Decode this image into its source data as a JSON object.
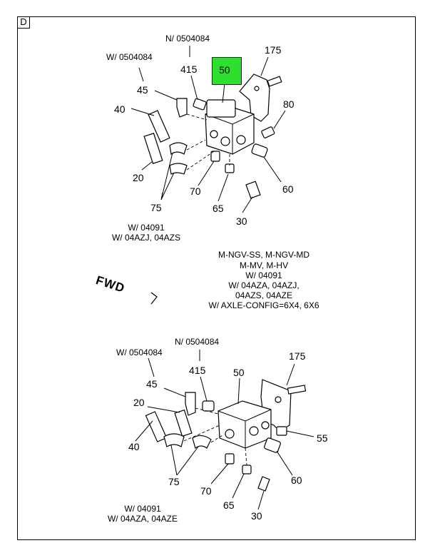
{
  "corner_label": "D",
  "highlight": {
    "label": "50",
    "color": "#2ee02e"
  },
  "top_view": {
    "callouts": {
      "n_0504084": "N/ 0504084",
      "w_0504084": "W/ 0504084",
      "p415": "415",
      "p45": "45",
      "p175": "175",
      "p40": "40",
      "p80": "80",
      "p20": "20",
      "p70": "70",
      "p75": "75",
      "p65": "65",
      "p60": "60",
      "p30": "30"
    },
    "note_line1": "W/ 04091",
    "note_line2": "W/ 04AZJ, 04AZS"
  },
  "middle_note": {
    "line1": "M-NGV-SS, M-NGV-MD",
    "line2": "M-MV, M-HV",
    "line3": "W/ 04091",
    "line4": "W/ 04AZA, 04AZJ,",
    "line5": "04AZS, 04AZE",
    "line6": "W/ AXLE-CONFIG=6X4, 6X6"
  },
  "fwd_label": "FWD",
  "bottom_view": {
    "callouts": {
      "n_0504084": "N/ 0504084",
      "w_0504084": "W/ 0504084",
      "p175": "175",
      "p415": "415",
      "p50": "50",
      "p45": "45",
      "p20": "20",
      "p40": "40",
      "p55": "55",
      "p75": "75",
      "p60": "60",
      "p70": "70",
      "p65": "65",
      "p30": "30"
    },
    "note_line1": "W/ 04091",
    "note_line2": "W/ 04AZA, 04AZE"
  }
}
